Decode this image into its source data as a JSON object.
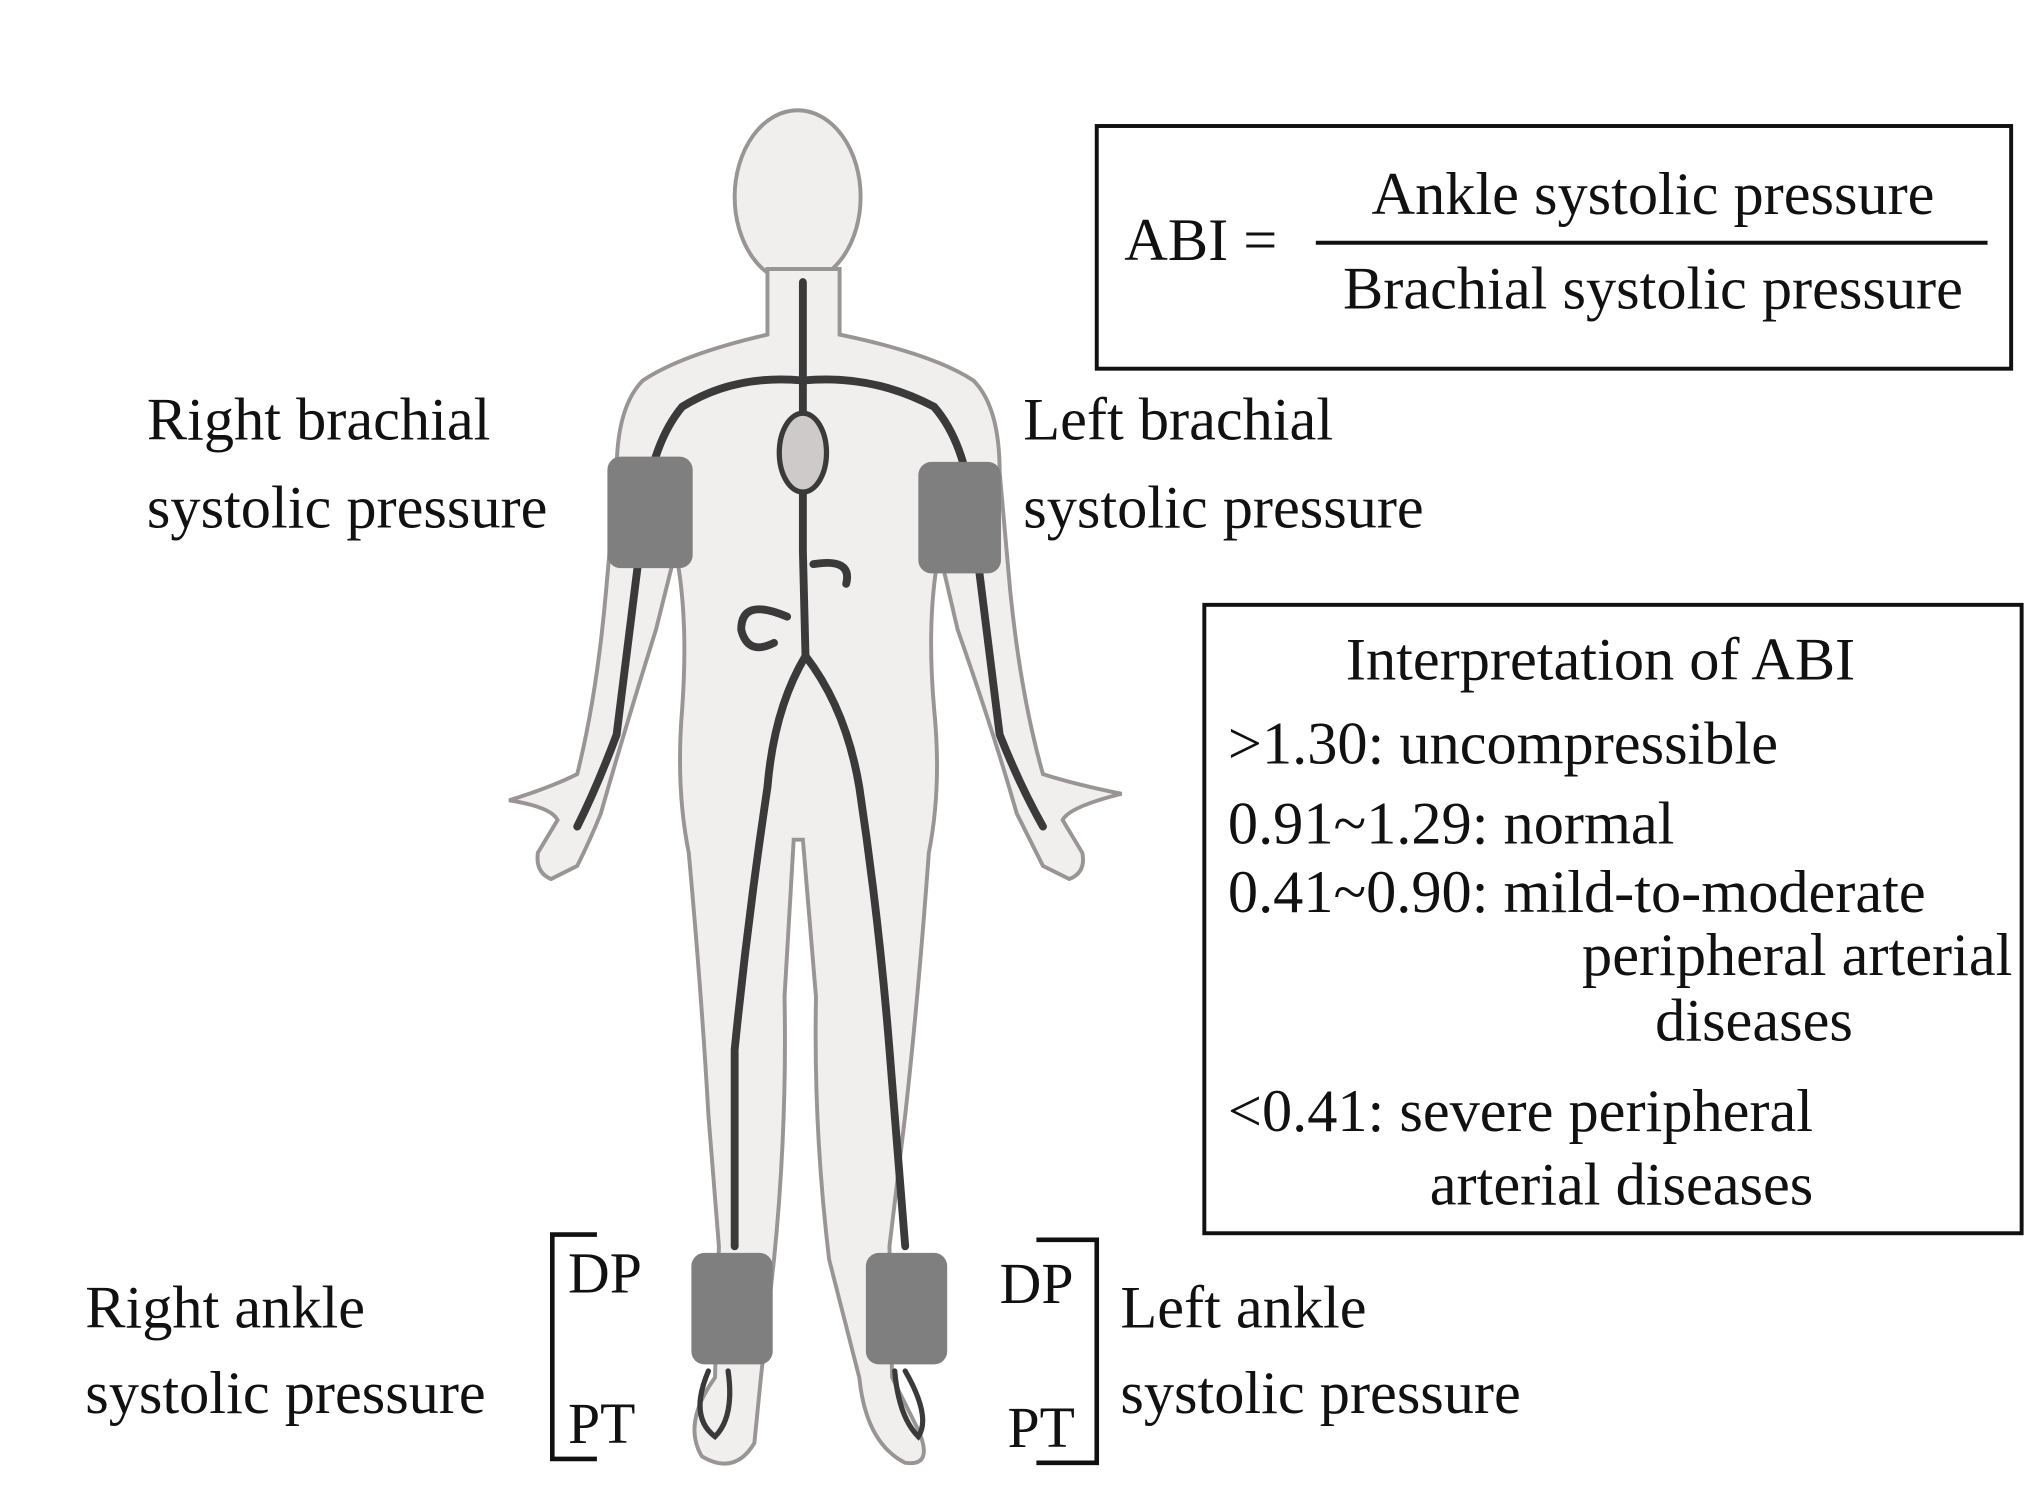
{
  "formula": {
    "lhs": "ABI =",
    "numerator": "Ankle systolic pressure",
    "denominator": "Brachial systolic pressure"
  },
  "labels": {
    "right_brachial": [
      "Right brachial",
      "systolic pressure"
    ],
    "left_brachial": [
      "Left brachial",
      "systolic pressure"
    ],
    "right_ankle": [
      "Right ankle",
      "systolic pressure"
    ],
    "left_ankle": [
      "Left ankle",
      "systolic pressure"
    ],
    "right_dp": "DP",
    "right_pt": "PT",
    "left_dp": "DP",
    "left_pt": "PT"
  },
  "interpretation": {
    "title": "Interpretation of ABI",
    "lines": [
      ">1.30: uncompressible",
      "0.91~1.29: normal",
      "0.41~0.90: mild-to-moderate",
      "peripheral arterial",
      "diseases",
      "<0.41: severe peripheral",
      "arterial diseases"
    ]
  },
  "colors": {
    "cuff": "#7f7f7f",
    "artery": "#3a3a3a",
    "body_fill": "#f1eeee"
  }
}
